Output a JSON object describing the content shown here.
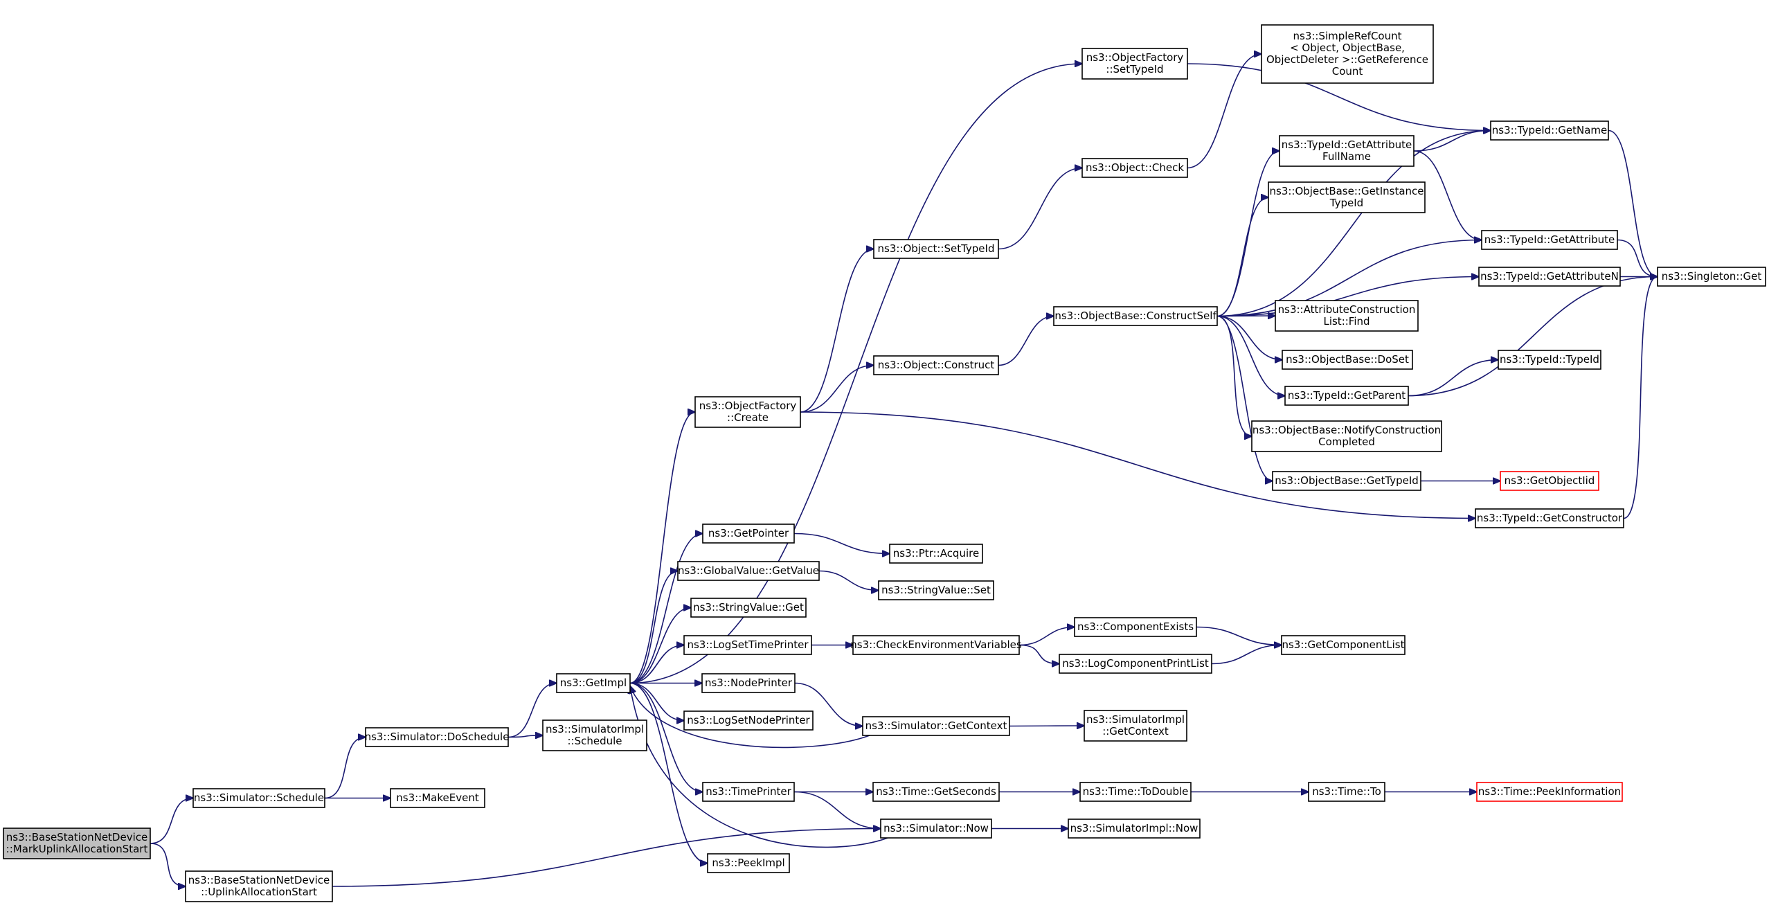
{
  "nodes": [
    {
      "id": "n_root",
      "lines": [
        "ns3::BaseStationNetDevice",
        "::MarkUplinkAllocationStart"
      ],
      "style": "root"
    },
    {
      "id": "n_sim_schedule",
      "lines": [
        "ns3::Simulator::Schedule"
      ],
      "style": "normal"
    },
    {
      "id": "n_bsnd_uplink",
      "lines": [
        "ns3::BaseStationNetDevice",
        "::UplinkAllocationStart"
      ],
      "style": "normal"
    },
    {
      "id": "n_doschedule",
      "lines": [
        "ns3::Simulator::DoSchedule"
      ],
      "style": "normal"
    },
    {
      "id": "n_makeevent",
      "lines": [
        "ns3::MakeEvent"
      ],
      "style": "normal"
    },
    {
      "id": "n_getimpl",
      "lines": [
        "ns3::GetImpl"
      ],
      "style": "normal"
    },
    {
      "id": "n_simimpl_schedule",
      "lines": [
        "ns3::SimulatorImpl",
        "::Schedule"
      ],
      "style": "normal"
    },
    {
      "id": "n_objfactory_create",
      "lines": [
        "ns3::ObjectFactory",
        "::Create"
      ],
      "style": "normal"
    },
    {
      "id": "n_getpointer",
      "lines": [
        "ns3::GetPointer"
      ],
      "style": "normal"
    },
    {
      "id": "n_globalvalue_getvalue",
      "lines": [
        "ns3::GlobalValue::GetValue"
      ],
      "style": "normal"
    },
    {
      "id": "n_stringvalue_get",
      "lines": [
        "ns3::StringValue::Get"
      ],
      "style": "normal"
    },
    {
      "id": "n_logsettimeprinter",
      "lines": [
        "ns3::LogSetTimePrinter"
      ],
      "style": "normal"
    },
    {
      "id": "n_nodeprinter",
      "lines": [
        "ns3::NodePrinter"
      ],
      "style": "normal"
    },
    {
      "id": "n_logsetnodeprinter",
      "lines": [
        "ns3::LogSetNodePrinter"
      ],
      "style": "normal"
    },
    {
      "id": "n_timeprinter",
      "lines": [
        "ns3::TimePrinter"
      ],
      "style": "normal"
    },
    {
      "id": "n_peekimpl",
      "lines": [
        "ns3::PeekImpl"
      ],
      "style": "normal"
    },
    {
      "id": "n_objfactory_settypeid",
      "lines": [
        "ns3::ObjectFactory",
        "::SetTypeId"
      ],
      "style": "normal"
    },
    {
      "id": "n_object_settypeid",
      "lines": [
        "ns3::Object::SetTypeId"
      ],
      "style": "normal"
    },
    {
      "id": "n_object_construct",
      "lines": [
        "ns3::Object::Construct"
      ],
      "style": "normal"
    },
    {
      "id": "n_ptr_acquire",
      "lines": [
        "ns3::Ptr::Acquire"
      ],
      "style": "normal"
    },
    {
      "id": "n_stringvalue_set",
      "lines": [
        "ns3::StringValue::Set"
      ],
      "style": "normal"
    },
    {
      "id": "n_checkenv",
      "lines": [
        "ns3::CheckEnvironmentVariables"
      ],
      "style": "normal"
    },
    {
      "id": "n_sim_getcontext",
      "lines": [
        "ns3::Simulator::GetContext"
      ],
      "style": "normal"
    },
    {
      "id": "n_time_getseconds",
      "lines": [
        "ns3::Time::GetSeconds"
      ],
      "style": "normal"
    },
    {
      "id": "n_sim_now",
      "lines": [
        "ns3::Simulator::Now"
      ],
      "style": "normal"
    },
    {
      "id": "n_object_check",
      "lines": [
        "ns3::Object::Check"
      ],
      "style": "normal"
    },
    {
      "id": "n_objbase_constructself",
      "lines": [
        "ns3::ObjectBase::ConstructSelf"
      ],
      "style": "normal"
    },
    {
      "id": "n_componentexists",
      "lines": [
        "ns3::ComponentExists"
      ],
      "style": "normal"
    },
    {
      "id": "n_logcomponentprintlist",
      "lines": [
        "ns3::LogComponentPrintList"
      ],
      "style": "normal"
    },
    {
      "id": "n_simimpl_getcontext",
      "lines": [
        "ns3::SimulatorImpl",
        "::GetContext"
      ],
      "style": "normal"
    },
    {
      "id": "n_time_todouble",
      "lines": [
        "ns3::Time::ToDouble"
      ],
      "style": "normal"
    },
    {
      "id": "n_simimpl_now",
      "lines": [
        "ns3::SimulatorImpl::Now"
      ],
      "style": "normal"
    },
    {
      "id": "n_simplerefcount",
      "lines": [
        "ns3::SimpleRefCount",
        "< Object, ObjectBase,",
        " ObjectDeleter >::GetReference",
        "Count"
      ],
      "style": "normal"
    },
    {
      "id": "n_typeid_getattrfullname",
      "lines": [
        "ns3::TypeId::GetAttribute",
        "FullName"
      ],
      "style": "normal"
    },
    {
      "id": "n_objbase_getinstancetypeid",
      "lines": [
        "ns3::ObjectBase::GetInstance",
        "TypeId"
      ],
      "style": "normal"
    },
    {
      "id": "n_attrconstructionlist_find",
      "lines": [
        "ns3::AttributeConstruction",
        "List::Find"
      ],
      "style": "normal"
    },
    {
      "id": "n_objbase_doset",
      "lines": [
        "ns3::ObjectBase::DoSet"
      ],
      "style": "normal"
    },
    {
      "id": "n_typeid_getparent",
      "lines": [
        "ns3::TypeId::GetParent"
      ],
      "style": "normal"
    },
    {
      "id": "n_objbase_notify",
      "lines": [
        "ns3::ObjectBase::NotifyConstruction",
        "Completed"
      ],
      "style": "normal"
    },
    {
      "id": "n_objbase_gettypeid",
      "lines": [
        "ns3::ObjectBase::GetTypeId"
      ],
      "style": "normal"
    },
    {
      "id": "n_getcomponentlist",
      "lines": [
        "ns3::GetComponentList"
      ],
      "style": "normal"
    },
    {
      "id": "n_time_to",
      "lines": [
        "ns3::Time::To"
      ],
      "style": "normal"
    },
    {
      "id": "n_typeid_getname",
      "lines": [
        "ns3::TypeId::GetName"
      ],
      "style": "normal"
    },
    {
      "id": "n_typeid_getattribute",
      "lines": [
        "ns3::TypeId::GetAttribute"
      ],
      "style": "normal"
    },
    {
      "id": "n_typeid_getattributen",
      "lines": [
        "ns3::TypeId::GetAttributeN"
      ],
      "style": "normal"
    },
    {
      "id": "n_typeid_typeid",
      "lines": [
        "ns3::TypeId::TypeId"
      ],
      "style": "normal"
    },
    {
      "id": "n_getobjectiid",
      "lines": [
        "ns3::GetObjectIid"
      ],
      "style": "red"
    },
    {
      "id": "n_typeid_getconstructor",
      "lines": [
        "ns3::TypeId::GetConstructor"
      ],
      "style": "normal"
    },
    {
      "id": "n_time_peekinformation",
      "lines": [
        "ns3::Time::PeekInformation"
      ],
      "style": "red"
    },
    {
      "id": "n_singleton_get",
      "lines": [
        "ns3::Singleton::Get"
      ],
      "style": "normal"
    }
  ],
  "edges": [
    {
      "from": "n_root",
      "to": "n_sim_schedule"
    },
    {
      "from": "n_root",
      "to": "n_bsnd_uplink"
    },
    {
      "from": "n_sim_schedule",
      "to": "n_doschedule"
    },
    {
      "from": "n_sim_schedule",
      "to": "n_makeevent"
    },
    {
      "from": "n_doschedule",
      "to": "n_getimpl"
    },
    {
      "from": "n_doschedule",
      "to": "n_simimpl_schedule"
    },
    {
      "from": "n_bsnd_uplink",
      "to": "n_sim_now"
    },
    {
      "from": "n_getimpl",
      "to": "n_objfactory_settypeid"
    },
    {
      "from": "n_getimpl",
      "to": "n_objfactory_create"
    },
    {
      "from": "n_getimpl",
      "to": "n_getpointer"
    },
    {
      "from": "n_getimpl",
      "to": "n_globalvalue_getvalue"
    },
    {
      "from": "n_getimpl",
      "to": "n_stringvalue_get"
    },
    {
      "from": "n_getimpl",
      "to": "n_logsettimeprinter"
    },
    {
      "from": "n_getimpl",
      "to": "n_nodeprinter"
    },
    {
      "from": "n_getimpl",
      "to": "n_logsetnodeprinter"
    },
    {
      "from": "n_getimpl",
      "to": "n_timeprinter"
    },
    {
      "from": "n_getimpl",
      "to": "n_peekimpl"
    },
    {
      "from": "n_objfactory_create",
      "to": "n_object_settypeid"
    },
    {
      "from": "n_objfactory_create",
      "to": "n_object_construct"
    },
    {
      "from": "n_objfactory_create",
      "to": "n_typeid_getconstructor"
    },
    {
      "from": "n_object_settypeid",
      "to": "n_object_check"
    },
    {
      "from": "n_object_check",
      "to": "n_simplerefcount"
    },
    {
      "from": "n_object_construct",
      "to": "n_objbase_constructself"
    },
    {
      "from": "n_objfactory_settypeid",
      "to": "n_typeid_getname"
    },
    {
      "from": "n_objbase_constructself",
      "to": "n_typeid_getname"
    },
    {
      "from": "n_objbase_constructself",
      "to": "n_typeid_getattrfullname"
    },
    {
      "from": "n_objbase_constructself",
      "to": "n_objbase_getinstancetypeid"
    },
    {
      "from": "n_objbase_constructself",
      "to": "n_typeid_getattribute"
    },
    {
      "from": "n_objbase_constructself",
      "to": "n_typeid_getattributen"
    },
    {
      "from": "n_objbase_constructself",
      "to": "n_attrconstructionlist_find"
    },
    {
      "from": "n_objbase_constructself",
      "to": "n_objbase_doset"
    },
    {
      "from": "n_objbase_constructself",
      "to": "n_typeid_getparent"
    },
    {
      "from": "n_objbase_constructself",
      "to": "n_objbase_notify"
    },
    {
      "from": "n_objbase_constructself",
      "to": "n_objbase_gettypeid"
    },
    {
      "from": "n_typeid_getattrfullname",
      "to": "n_typeid_getname"
    },
    {
      "from": "n_typeid_getattrfullname",
      "to": "n_typeid_getattribute"
    },
    {
      "from": "n_typeid_getname",
      "to": "n_singleton_get"
    },
    {
      "from": "n_typeid_getattribute",
      "to": "n_singleton_get"
    },
    {
      "from": "n_typeid_getattributen",
      "to": "n_singleton_get"
    },
    {
      "from": "n_typeid_getparent",
      "to": "n_typeid_typeid"
    },
    {
      "from": "n_typeid_getparent",
      "to": "n_singleton_get"
    },
    {
      "from": "n_objbase_gettypeid",
      "to": "n_getobjectiid"
    },
    {
      "from": "n_typeid_getconstructor",
      "to": "n_singleton_get"
    },
    {
      "from": "n_getpointer",
      "to": "n_ptr_acquire"
    },
    {
      "from": "n_globalvalue_getvalue",
      "to": "n_stringvalue_set"
    },
    {
      "from": "n_logsettimeprinter",
      "to": "n_checkenv"
    },
    {
      "from": "n_checkenv",
      "to": "n_componentexists"
    },
    {
      "from": "n_checkenv",
      "to": "n_logcomponentprintlist"
    },
    {
      "from": "n_componentexists",
      "to": "n_getcomponentlist"
    },
    {
      "from": "n_logcomponentprintlist",
      "to": "n_getcomponentlist"
    },
    {
      "from": "n_nodeprinter",
      "to": "n_sim_getcontext"
    },
    {
      "from": "n_sim_getcontext",
      "to": "n_getimpl"
    },
    {
      "from": "n_sim_getcontext",
      "to": "n_simimpl_getcontext"
    },
    {
      "from": "n_timeprinter",
      "to": "n_time_getseconds"
    },
    {
      "from": "n_timeprinter",
      "to": "n_sim_now"
    },
    {
      "from": "n_sim_now",
      "to": "n_getimpl"
    },
    {
      "from": "n_sim_now",
      "to": "n_simimpl_now"
    },
    {
      "from": "n_time_getseconds",
      "to": "n_time_todouble"
    },
    {
      "from": "n_time_todouble",
      "to": "n_time_to"
    },
    {
      "from": "n_time_to",
      "to": "n_time_peekinformation"
    }
  ],
  "colors": {
    "edge": "#191970",
    "node_border": "#000000",
    "node_fill": "#ffffff",
    "root_fill": "#bfbfbf",
    "truncated_border": "#ff0000"
  }
}
